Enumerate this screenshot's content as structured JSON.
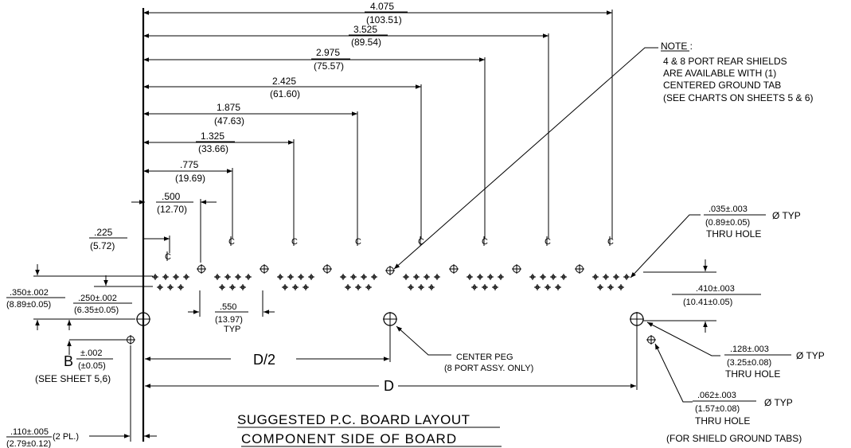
{
  "note": {
    "heading": "NOTE :",
    "lines": [
      "4 & 8 PORT REAR SHIELDS",
      "ARE AVAILABLE WITH (1)",
      "CENTERED GROUND TAB",
      "(SEE CHARTS ON SHEETS 5 & 6)"
    ]
  },
  "top_dims": [
    {
      "inch": "4.075",
      "mm": "(103.51)"
    },
    {
      "inch": "3.525",
      "mm": "(89.54)"
    },
    {
      "inch": "2.975",
      "mm": "(75.57)"
    },
    {
      "inch": "2.425",
      "mm": "(61.60)"
    },
    {
      "inch": "1.875",
      "mm": "(47.63)"
    },
    {
      "inch": "1.325",
      "mm": "(33.66)"
    },
    {
      "inch": ".775",
      "mm": "(19.69)"
    },
    {
      "inch": ".500",
      "mm": "(12.70)"
    },
    {
      "inch": ".225",
      "mm": "(5.72)"
    }
  ],
  "centerline_symbol": "CL",
  "hole_035": {
    "inch": ".035±.003",
    "mm": "(0.89±0.05)",
    "dia": "Ø TYP",
    "note": "THRU HOLE"
  },
  "dim_410": {
    "inch": ".410±.003",
    "mm": "(10.41±0.05)"
  },
  "dim_350": {
    "inch": ".350±.002",
    "mm": "(8.89±0.05)"
  },
  "dim_250": {
    "inch": ".250±.002",
    "mm": "(6.35±0.05)"
  },
  "dim_550": {
    "inch": ".550",
    "mm": "(13.97)",
    "typ": "TYP"
  },
  "dim_B": {
    "letter": "B",
    "tol": "±.002",
    "mm": "(±0.05)",
    "see": "(SEE SHEET 5,6)"
  },
  "center_peg": {
    "line1": "CENTER PEG",
    "line2": "(8 PORT ASSY. ONLY)"
  },
  "hole_128": {
    "inch": ".128±.003",
    "mm": "(3.25±0.08)",
    "dia": "Ø TYP",
    "note": "THRU HOLE"
  },
  "hole_062": {
    "inch": ".062±.003",
    "mm": "(1.57±0.08)",
    "dia": "Ø TYP",
    "note": "THRU HOLE",
    "note2": "(FOR SHIELD GROUND TABS)"
  },
  "dim_D2": "D/2",
  "dim_D": "D",
  "dim_110": {
    "inch": ".110±.005",
    "mm": "(2.79±0.12)",
    "pl": "(2 PL.)"
  },
  "title": {
    "line1": "SUGGESTED P.C. BOARD LAYOUT",
    "line2": "COMPONENT SIDE OF BOARD"
  }
}
